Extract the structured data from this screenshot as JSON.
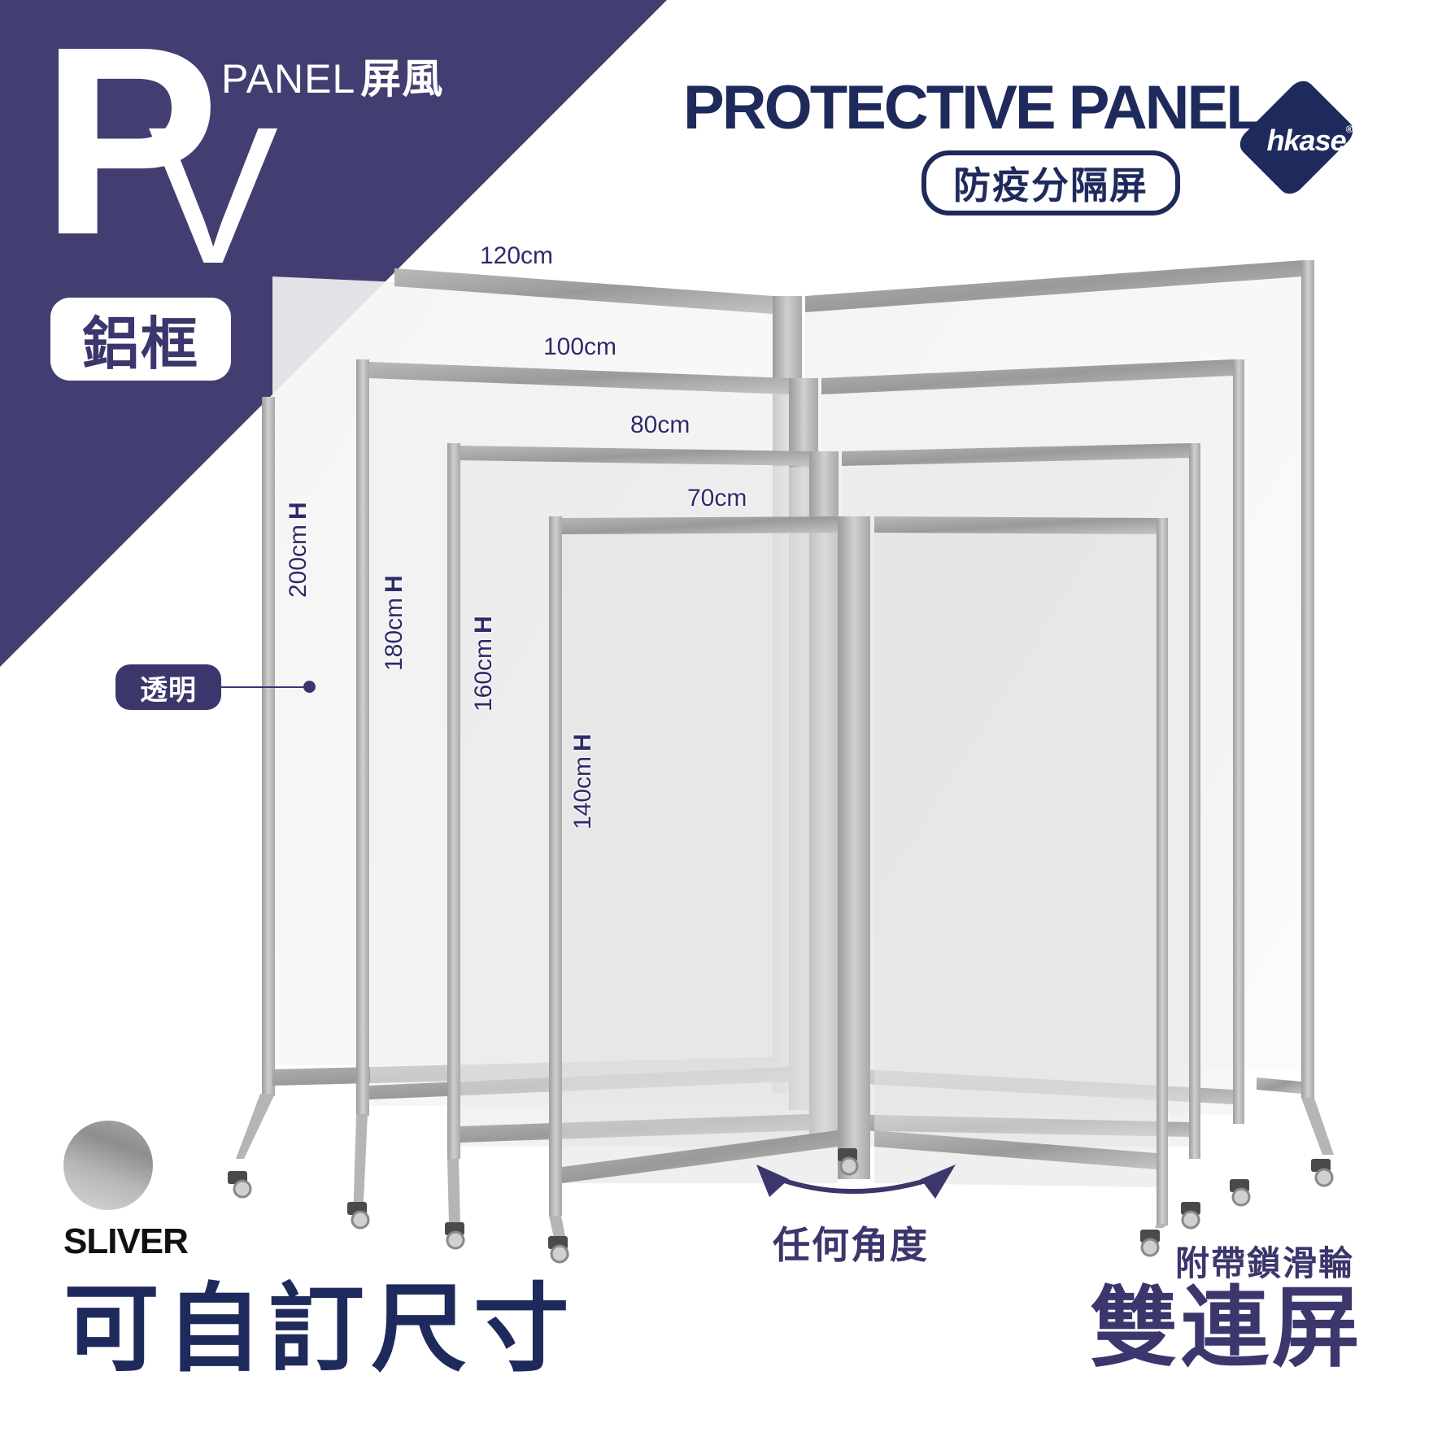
{
  "brand": {
    "big_letter_p": "P",
    "big_letter_v": "V",
    "panel_label": "PANEL",
    "panel_label_cjk": "屏風",
    "frame_material": "鋁框",
    "logo_text": "hkase",
    "logo_mark": "®"
  },
  "header": {
    "title": "PROTECTIVE PANEL",
    "subtitle": "防疫分隔屏"
  },
  "dimensions": {
    "widths": [
      "120cm",
      "100cm",
      "80cm",
      "70cm"
    ],
    "heights": [
      {
        "value": "200cm",
        "unit_suffix": "H"
      },
      {
        "value": "180cm",
        "unit_suffix": "H"
      },
      {
        "value": "160cm",
        "unit_suffix": "H"
      },
      {
        "value": "140cm",
        "unit_suffix": "H"
      }
    ]
  },
  "callouts": {
    "transparent": "透明",
    "any_angle": "任何角度",
    "locking_casters": "附帶鎖滑輪"
  },
  "color_option": {
    "label": "SLIVER",
    "swatch": "#a8a8a8"
  },
  "footer": {
    "customizable": "可自訂尺寸",
    "double_panel": "雙連屏"
  },
  "colors": {
    "corner_purple": "#433e72",
    "navy": "#1f2a5c",
    "accent_purple": "#3b366c",
    "frame_gray": "#a6a6a6"
  }
}
